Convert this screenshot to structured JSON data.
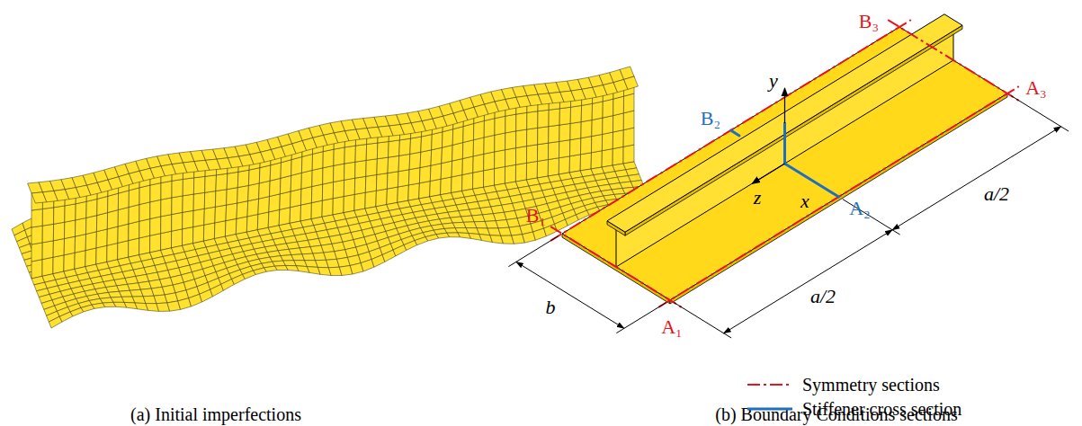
{
  "diagram": {
    "labels": [
      "B₃",
      "B₂",
      "y",
      "B₁",
      "z",
      "A₃",
      "x",
      "A₂",
      "a/2",
      "A₁",
      "b",
      "a/2",
      "(a) Initial imperfections",
      "(b) Boundary Conditions sections"
    ],
    "legend": [
      {
        "text": "Symmetry sections"
      },
      {
        "text": "Stiffener cross section"
      }
    ]
  }
}
